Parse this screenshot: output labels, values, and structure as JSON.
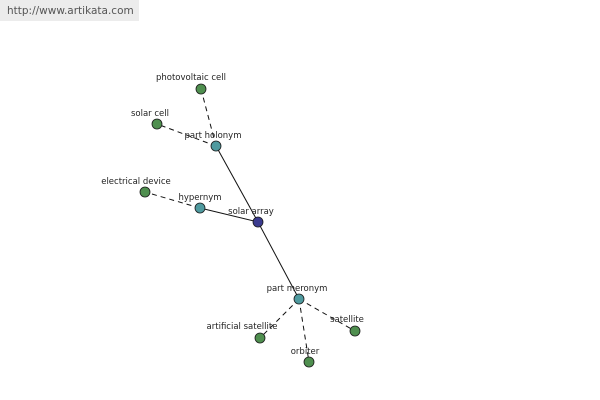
{
  "header": {
    "url": "http://www.artikata.com"
  },
  "colors": {
    "center": "#3b3b8f",
    "relation": "#4f9a9f",
    "leaf": "#4f8f4f",
    "background_bar": "#ececec"
  },
  "graph": {
    "center": {
      "id": "solar-array",
      "label": "solar array",
      "kind": "center"
    },
    "relations": [
      {
        "id": "part-holonym",
        "label": "part holonym",
        "kind": "relation"
      },
      {
        "id": "hypernym",
        "label": "hypernym",
        "kind": "relation"
      },
      {
        "id": "part-meronym",
        "label": "part meronym",
        "kind": "relation"
      }
    ],
    "leaves": [
      {
        "id": "photovoltaic-cell",
        "label": "photovoltaic cell",
        "parent": "part-holonym",
        "kind": "leaf"
      },
      {
        "id": "solar-cell",
        "label": "solar cell",
        "parent": "part-holonym",
        "kind": "leaf"
      },
      {
        "id": "electrical-device",
        "label": "electrical device",
        "parent": "hypernym",
        "kind": "leaf"
      },
      {
        "id": "artificial-satellite",
        "label": "artificial satellite",
        "parent": "part-meronym",
        "kind": "leaf"
      },
      {
        "id": "orbiter",
        "label": "orbiter",
        "parent": "part-meronym",
        "kind": "leaf"
      },
      {
        "id": "satellite",
        "label": "satellite",
        "parent": "part-meronym",
        "kind": "leaf"
      }
    ]
  }
}
